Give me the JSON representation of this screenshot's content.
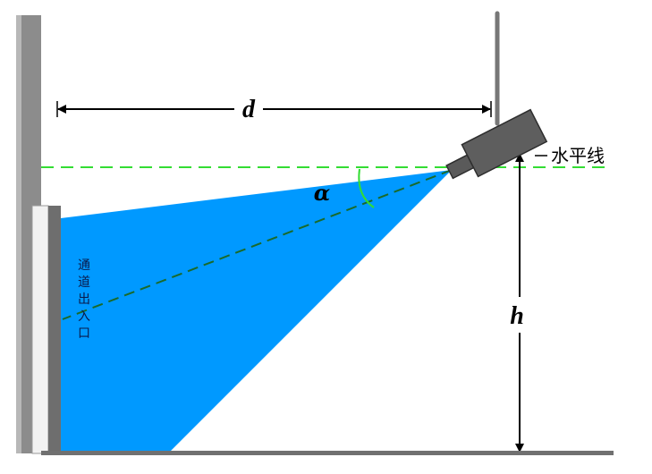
{
  "labels": {
    "distance": "d",
    "height": "h",
    "angle": "α",
    "horizon": "水平线",
    "entrance": [
      "通",
      "道",
      "出",
      "入",
      "口"
    ]
  },
  "colors": {
    "coverage_fill": "#0099ff",
    "horizon_line": "#33dd33",
    "axis_line": "#1a6a2a",
    "angle_arc": "#33dd33",
    "wall": "#8c8c8c",
    "door_frame": "#6e6e6e",
    "camera_body": "#5e5e5e",
    "floor": "#707070"
  },
  "icons": {
    "camera": "camera-icon"
  }
}
